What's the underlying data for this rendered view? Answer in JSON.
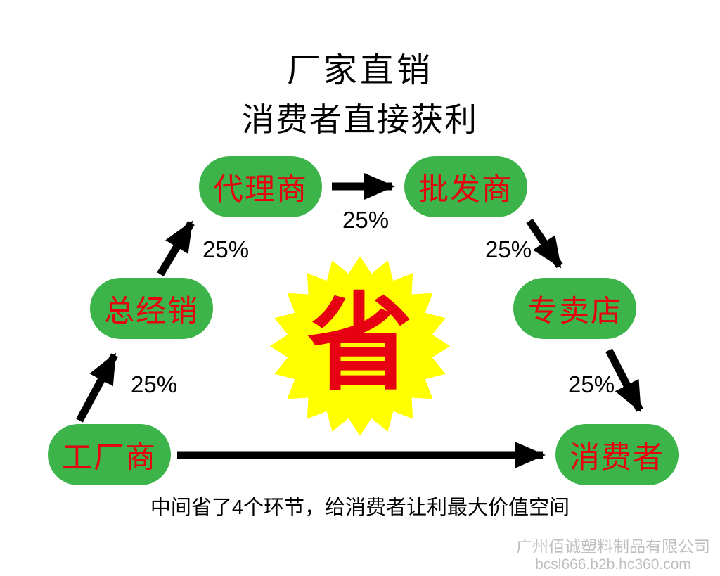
{
  "title": "厂家直销",
  "subtitle": "消费者直接获利",
  "center_badge": {
    "text": "省"
  },
  "nodes": [
    {
      "id": "agent",
      "label": "代理商"
    },
    {
      "id": "wholesaler",
      "label": "批发商"
    },
    {
      "id": "distributor",
      "label": "总经销"
    },
    {
      "id": "store",
      "label": "专卖店"
    },
    {
      "id": "factory",
      "label": "工厂商"
    },
    {
      "id": "consumer",
      "label": "消费者"
    }
  ],
  "edges": [
    {
      "from": "工厂商",
      "to": "总经销",
      "percent": "25%"
    },
    {
      "from": "总经销",
      "to": "代理商",
      "percent": "25%"
    },
    {
      "from": "代理商",
      "to": "批发商",
      "percent": "25%"
    },
    {
      "from": "批发商",
      "to": "专卖店",
      "percent": "25%"
    },
    {
      "from": "专卖店",
      "to": "消费者",
      "percent": "25%"
    },
    {
      "from": "工厂商",
      "to": "消费者",
      "percent": ""
    }
  ],
  "caption": "中间省了4个环节，给消费者让利最大价值空间",
  "watermark": {
    "company": "广州佰诚塑料制品有限公司",
    "url": "bcsl666.b2b.hc360.com"
  },
  "colors": {
    "node_fill": "#3cb44a",
    "node_text": "#e60012",
    "star_fill": "#ffff00",
    "arrow": "#000000",
    "watermark": "#bfbfbf"
  }
}
